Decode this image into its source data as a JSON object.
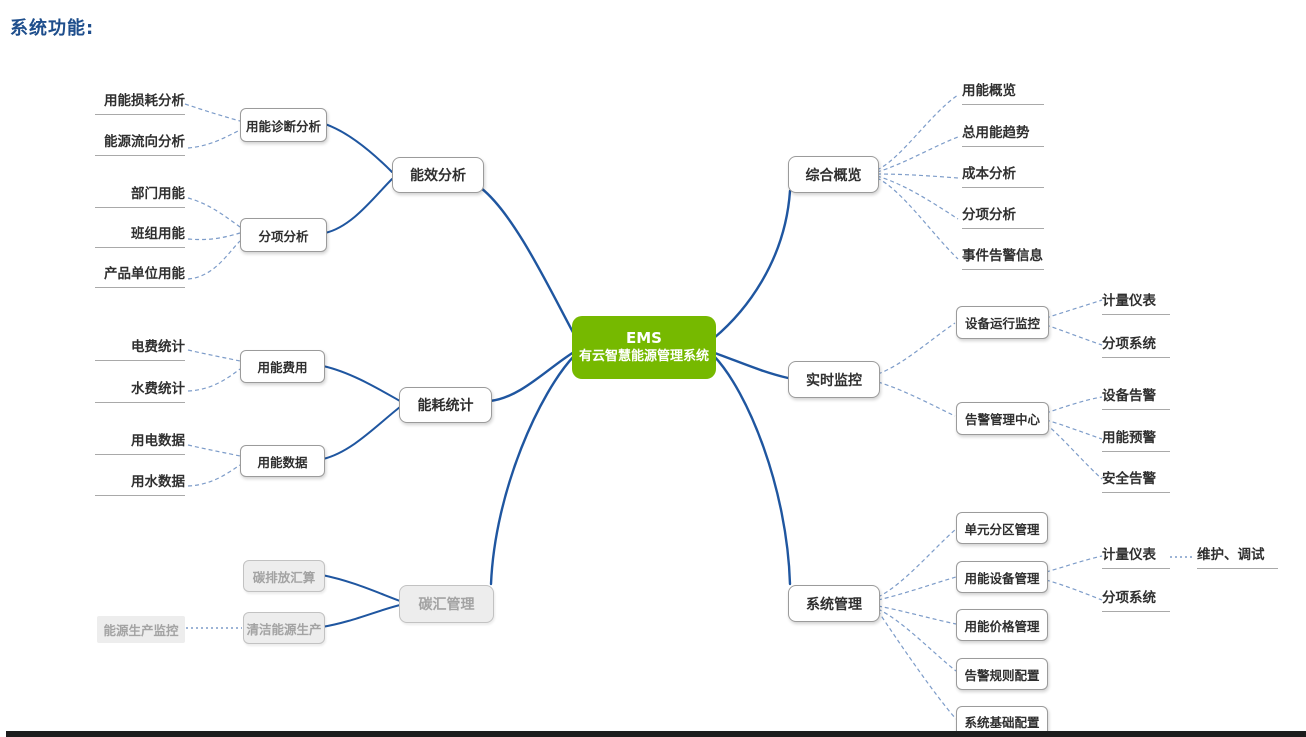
{
  "page_title": "系统功能:",
  "root": {
    "title": "EMS",
    "subtitle": "有云智慧能源管理系统"
  },
  "left_branches": [
    {
      "label": "能效分析",
      "children": [
        {
          "label": "用能诊断分析",
          "leaves": [
            "用能损耗分析",
            "能源流向分析"
          ]
        },
        {
          "label": "分项分析",
          "leaves": [
            "部门用能",
            "班组用能",
            "产品单位用能"
          ]
        }
      ]
    },
    {
      "label": "能耗统计",
      "children": [
        {
          "label": "用能费用",
          "leaves": [
            "电费统计",
            "水费统计"
          ]
        },
        {
          "label": "用能数据",
          "leaves": [
            "用电数据",
            "用水数据"
          ]
        }
      ]
    },
    {
      "label": "碳汇管理",
      "state": "disabled",
      "children": [
        {
          "label": "碳排放汇算",
          "leaves": []
        },
        {
          "label": "清洁能源生产",
          "leaves": [
            "能源生产监控"
          ]
        }
      ]
    }
  ],
  "right_branches": [
    {
      "label": "综合概览",
      "leaves": [
        "用能概览",
        "总用能趋势",
        "成本分析",
        "分项分析",
        "事件告警信息"
      ]
    },
    {
      "label": "实时监控",
      "children": [
        {
          "label": "设备运行监控",
          "leaves": [
            "计量仪表",
            "分项系统"
          ]
        },
        {
          "label": "告警管理中心",
          "leaves": [
            "设备告警",
            "用能预警",
            "安全告警"
          ]
        }
      ]
    },
    {
      "label": "系统管理",
      "children": [
        {
          "label": "单元分区管理"
        },
        {
          "label": "用能设备管理",
          "leaves": [
            "计量仪表",
            "分项系统"
          ],
          "leaf_note": "维护、调试"
        },
        {
          "label": "用能价格管理"
        },
        {
          "label": "告警规则配置"
        },
        {
          "label": "系统基础配置"
        }
      ]
    }
  ],
  "colors": {
    "title_text": "#1e4e8c",
    "root_bg": "#76b900",
    "root_text": "#ffffff",
    "solid_link": "#1f56a0",
    "dashed_link": "#7d9cc9",
    "node_border": "#9b9b9b",
    "node_text": "#2f2f2f",
    "disabled_bg": "#ededed",
    "disabled_text": "#a3a3a3",
    "underline": "#a9a9a9",
    "footer_bar": "#1c1c1c"
  }
}
